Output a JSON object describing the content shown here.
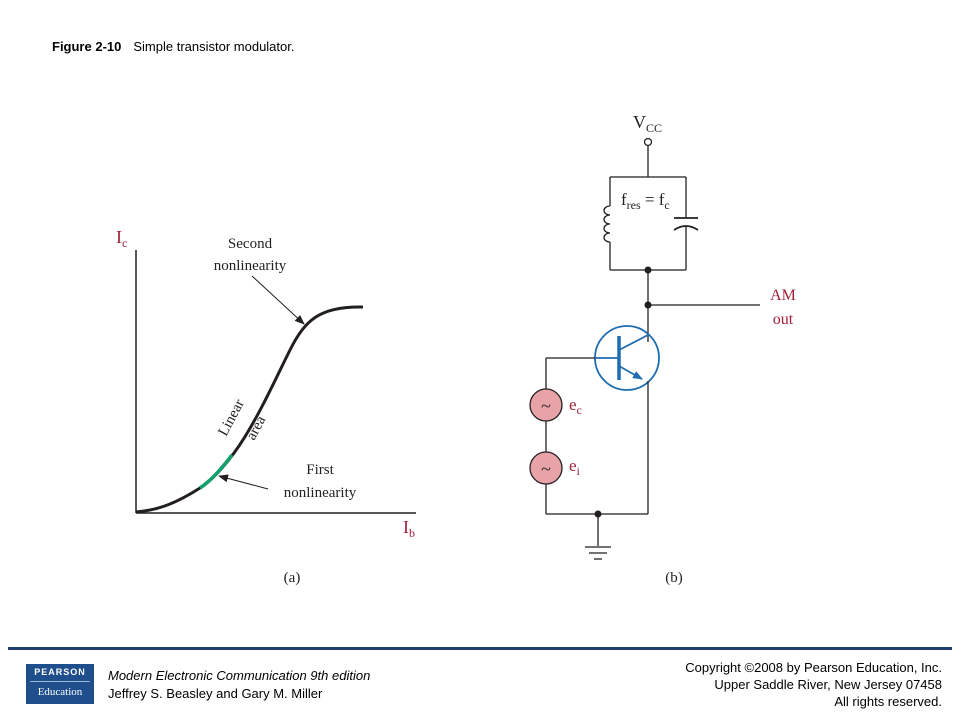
{
  "figure": {
    "number": "Figure 2-10",
    "caption": "Simple transistor modulator."
  },
  "graph_a": {
    "y_axis_label": "I",
    "y_axis_sub": "c",
    "x_axis_label": "I",
    "x_axis_sub": "b",
    "second_nonlinearity_line1": "Second",
    "second_nonlinearity_line2": "nonlinearity",
    "linear_line1": "Linear",
    "linear_line2": "area",
    "first_nonlinearity_line1": "First",
    "first_nonlinearity_line2": "nonlinearity",
    "panel_label": "(a)"
  },
  "circuit_b": {
    "vcc_label": "V",
    "vcc_sub": "CC",
    "tank_label_f1": "f",
    "tank_label_sub1": "res",
    "tank_label_eq": " = f",
    "tank_label_sub2": "c",
    "out_line1": "AM",
    "out_line2": "out",
    "source1_label": "e",
    "source1_sub": "c",
    "source2_label": "e",
    "source2_sub": "i",
    "tilde": "~",
    "panel_label": "(b)"
  },
  "colors": {
    "label_red": "#a0213a",
    "curve": "#231f20",
    "linear_highlight": "#13a06b",
    "transistor_blue": "#1f6db0",
    "source_fill": "#e8a3a8",
    "footer_blue": "#1f4e8c"
  },
  "footer": {
    "logo_top": "PEARSON",
    "logo_bottom": "Education",
    "book_title": "Modern Electronic Communication 9th edition",
    "authors": "Jeffrey S. Beasley and Gary M. Miller",
    "copyright": "Copyright ©2008 by Pearson Education, Inc.",
    "publisher_address": "Upper Saddle River, New Jersey 07458",
    "rights": "All rights reserved."
  }
}
